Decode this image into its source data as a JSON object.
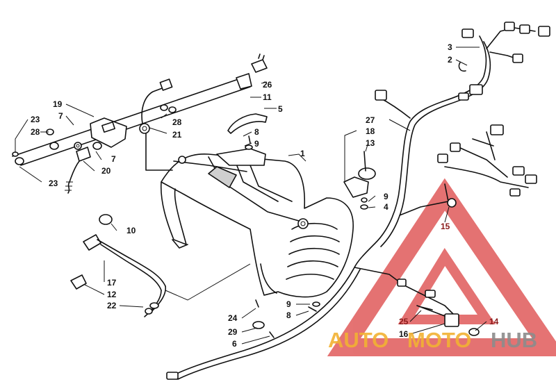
{
  "diagram": {
    "callouts": [
      {
        "id": "c3",
        "text": "3"
      },
      {
        "id": "c2",
        "text": "2"
      },
      {
        "id": "c26",
        "text": "26"
      },
      {
        "id": "c11",
        "text": "11"
      },
      {
        "id": "c5",
        "text": "5"
      },
      {
        "id": "c19",
        "text": "19"
      },
      {
        "id": "c7a",
        "text": "7"
      },
      {
        "id": "c23a",
        "text": "23"
      },
      {
        "id": "c28a",
        "text": "28"
      },
      {
        "id": "c28b",
        "text": "28"
      },
      {
        "id": "c21",
        "text": "21"
      },
      {
        "id": "c7b",
        "text": "7"
      },
      {
        "id": "c20",
        "text": "20"
      },
      {
        "id": "c23b",
        "text": "23"
      },
      {
        "id": "c8a",
        "text": "8"
      },
      {
        "id": "c9a",
        "text": "9"
      },
      {
        "id": "c1",
        "text": "1"
      },
      {
        "id": "c27",
        "text": "27"
      },
      {
        "id": "c18",
        "text": "18"
      },
      {
        "id": "c13",
        "text": "13"
      },
      {
        "id": "c9b",
        "text": "9"
      },
      {
        "id": "c4",
        "text": "4"
      },
      {
        "id": "c15",
        "text": "15"
      },
      {
        "id": "c10",
        "text": "10"
      },
      {
        "id": "c17",
        "text": "17"
      },
      {
        "id": "c12",
        "text": "12"
      },
      {
        "id": "c22",
        "text": "22"
      },
      {
        "id": "c24",
        "text": "24"
      },
      {
        "id": "c9c",
        "text": "9"
      },
      {
        "id": "c8b",
        "text": "8"
      },
      {
        "id": "c29",
        "text": "29"
      },
      {
        "id": "c6",
        "text": "6"
      },
      {
        "id": "c25",
        "text": "25"
      },
      {
        "id": "c14",
        "text": "14"
      },
      {
        "id": "c16",
        "text": "16"
      }
    ]
  },
  "watermark": {
    "word_auto": "AUTO",
    "word_moto": "MOTO",
    "word_hub": "HUB",
    "colors": {
      "red": "#e05a5a",
      "orange": "#f2b233",
      "gray": "#8c8c8c"
    }
  }
}
